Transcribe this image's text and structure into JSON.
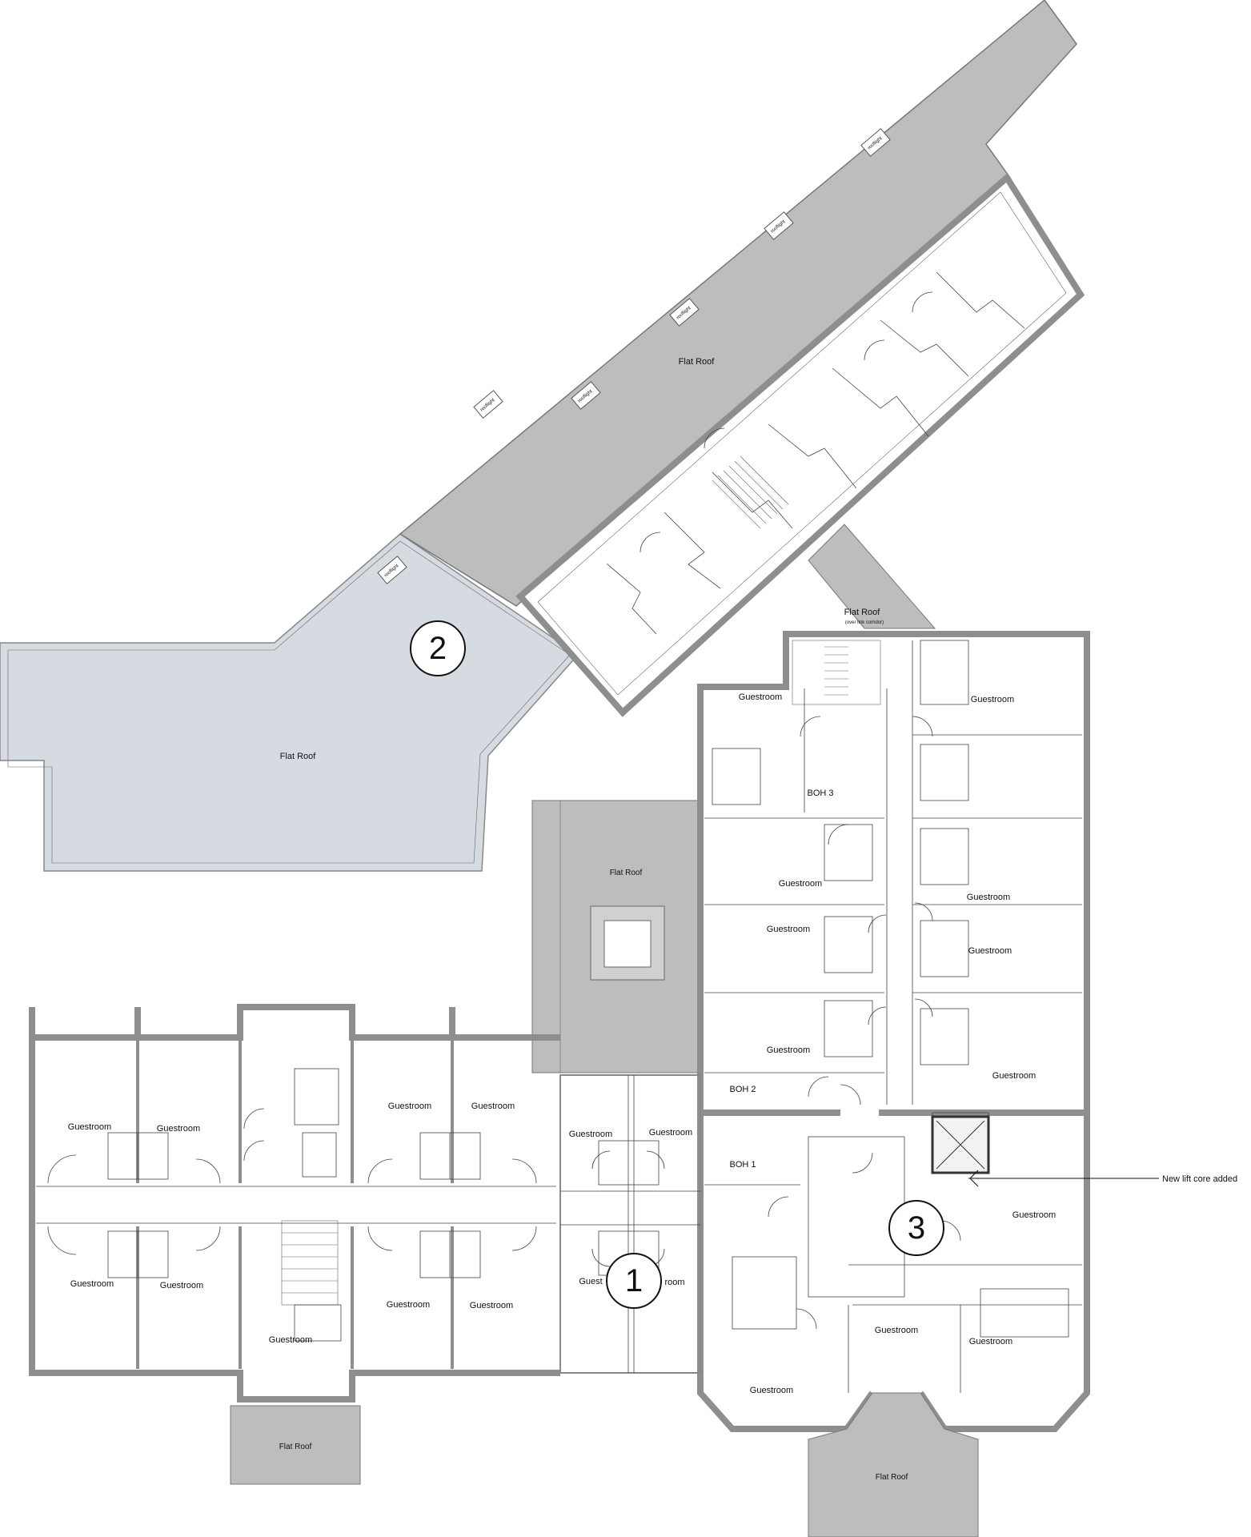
{
  "colors": {
    "roof_dark": "#bdbdbd",
    "roof_light": "#d5dbe0",
    "wall": "#8e8e8e",
    "line": "#444444"
  },
  "labels": {
    "flat_roof_a": "Flat Roof",
    "flat_roof_b": "Flat Roof",
    "flat_roof_link": "Flat Roof",
    "flat_roof_link_sub": "(over link corridor)",
    "flat_roof_c": "Flat Roof",
    "flat_roof_d": "Flat Roof",
    "flat_roof_e": "Flat Roof",
    "rooflight": "rooflight",
    "marker_1": "1",
    "marker_2": "2",
    "marker_3": "3",
    "boh_1": "BOH 1",
    "boh_2": "BOH 2",
    "boh_3": "BOH 3",
    "lift_note": "New lift core added",
    "guestroom": "Guestroom",
    "guestroom_partial": "Guest",
    "room_partial": "room"
  }
}
